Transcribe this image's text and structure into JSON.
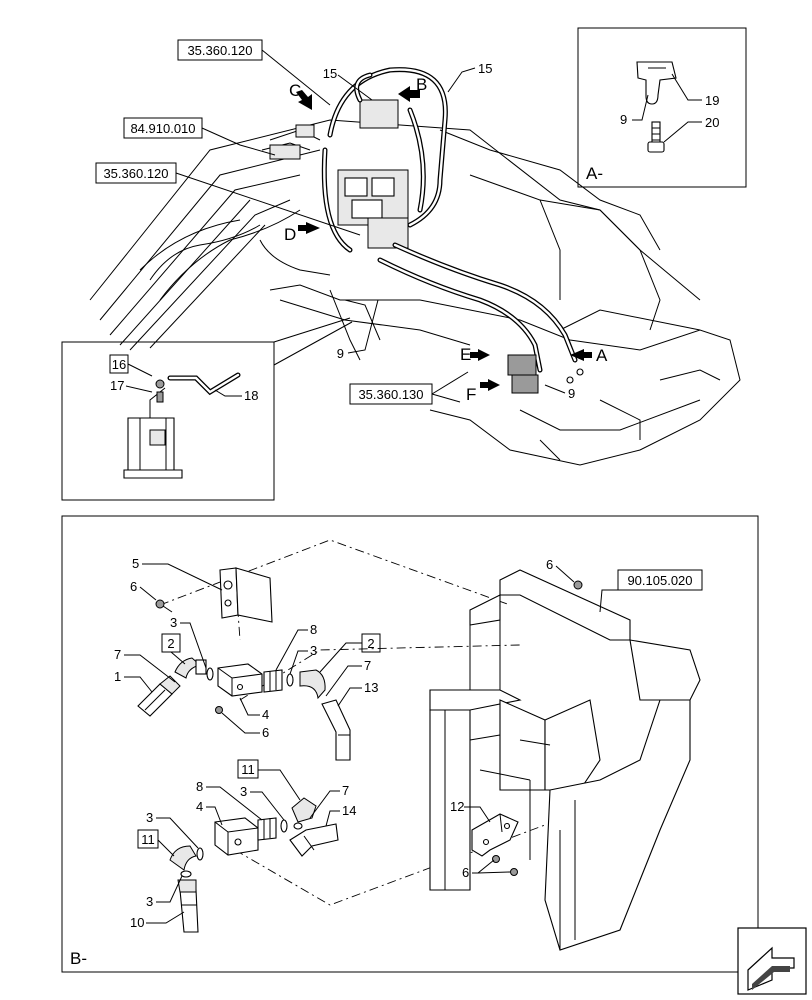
{
  "refs": {
    "r1": "35.360.120",
    "r2": "84.910.010",
    "r3": "35.360.120",
    "r4": "35.360.130",
    "r5": "90.105.020"
  },
  "views": {
    "a": "A-",
    "b": "B-"
  },
  "arrows": {
    "a": "A",
    "b": "B",
    "c": "C",
    "d": "D",
    "e": "E",
    "f": "F"
  },
  "top": {
    "n15a": "15",
    "n15b": "15",
    "n9a": "9",
    "n9b": "9"
  },
  "detail_a": {
    "n19": "19",
    "n9": "9",
    "n20": "20"
  },
  "inset": {
    "n16": "16",
    "n17": "17",
    "n18": "18"
  },
  "detail_b": {
    "n5": "5",
    "n6a": "6",
    "n3a": "3",
    "n2a": "2",
    "n7a": "7",
    "n1": "1",
    "n4a": "4",
    "n6b": "6",
    "n8a": "8",
    "n3b": "3",
    "n2b": "2",
    "n7b": "7",
    "n13": "13",
    "n11a": "11",
    "n8b": "8",
    "n3c": "3",
    "n4b": "4",
    "n7c": "7",
    "n14": "14",
    "n3d": "3",
    "n11b": "11",
    "n3e": "3",
    "n10": "10",
    "n12": "12",
    "n6c": "6",
    "n6d": "6"
  }
}
